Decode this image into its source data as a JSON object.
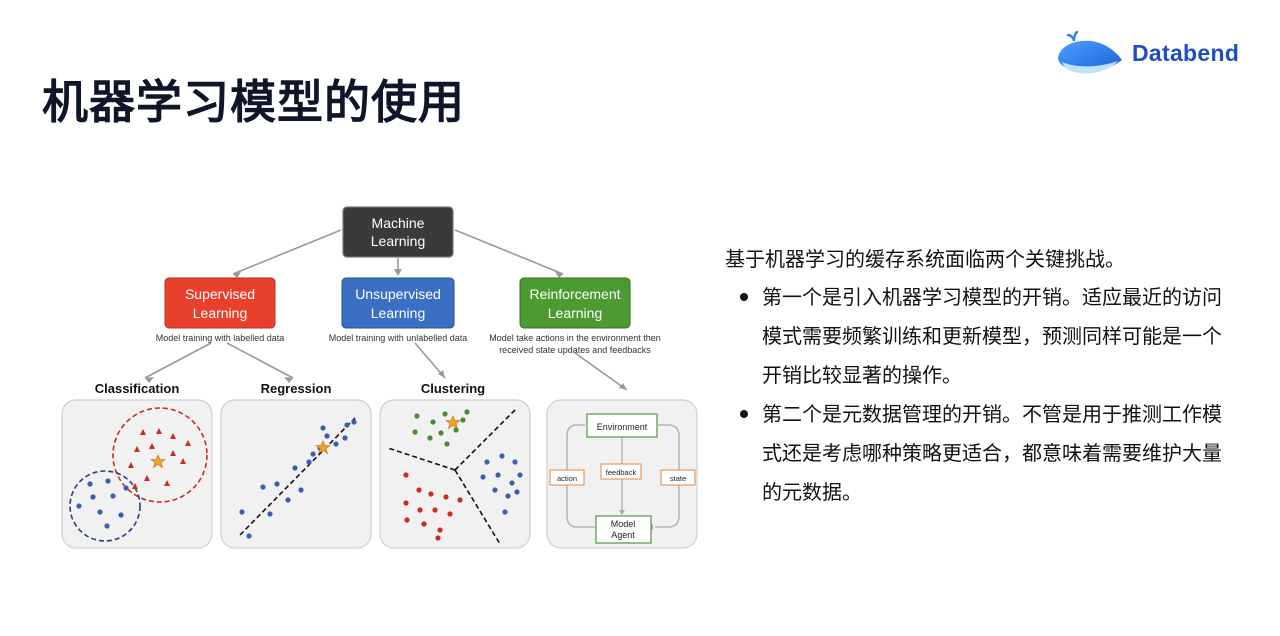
{
  "slide": {
    "title": "机器学习模型的使用",
    "brand": "Databend",
    "intro": "基于机器学习的缓存系统面临两个关键挑战。",
    "bullets": [
      "第一个是引入机器学习模型的开销。适应最近的访问模式需要频繁训练和更新模型，预测同样可能是一个开销比较显著的操作。",
      "第二个是元数据管理的开销。不管是用于推测工作模式还是考虑哪种策略更适合，都意味着需要维护大量的元数据。"
    ]
  },
  "diagram": {
    "root": [
      "Machine",
      "Learning"
    ],
    "branches": [
      {
        "label": [
          "Supervised",
          "Learning"
        ],
        "caption": "Model training with labelled data",
        "color": "#e8402c"
      },
      {
        "label": [
          "Unsupervised",
          "Learning"
        ],
        "caption": "Model training with unlabelled data",
        "color": "#3a6fc4"
      },
      {
        "label": [
          "Reinforcement",
          "Learning"
        ],
        "caption": [
          "Model take actions in the environment then",
          "received state updates and feedbacks"
        ],
        "color": "#4d9a32"
      }
    ],
    "panels": [
      "Classification",
      "Regression",
      "Clustering"
    ],
    "rl": {
      "environment": "Environment",
      "feedback": "feedback",
      "action": "action",
      "state": "state",
      "agent": [
        "Model",
        "Agent"
      ]
    },
    "colors": {
      "root": "#3a3a3a",
      "blue_dot": "#3a5fb0",
      "red": "#cc2b22",
      "green": "#4a8a34",
      "star": "#f0a030"
    }
  }
}
